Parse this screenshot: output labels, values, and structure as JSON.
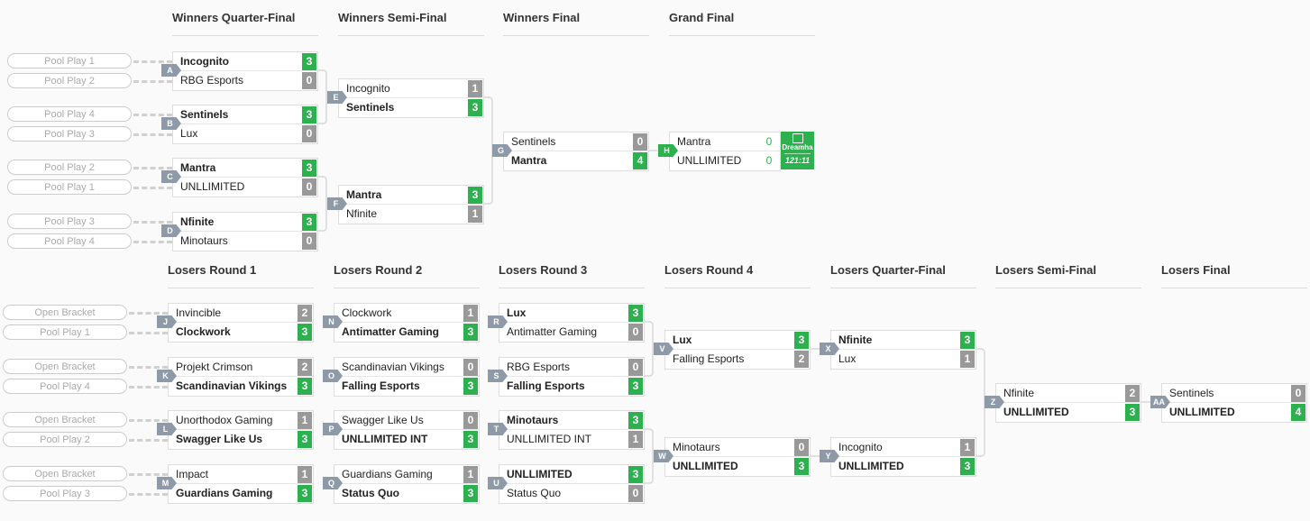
{
  "winners": {
    "headers": [
      "Winners Quarter-Final",
      "Winners Semi-Final",
      "Winners Final",
      "Grand Final"
    ],
    "matches": [
      {
        "id": "A",
        "teams": [
          {
            "name": "Incognito",
            "score": "3",
            "win": true
          },
          {
            "name": "RBG Esports",
            "score": "0"
          }
        ],
        "pools": [
          "Pool Play 1",
          "Pool Play 2"
        ]
      },
      {
        "id": "B",
        "teams": [
          {
            "name": "Sentinels",
            "score": "3",
            "win": true
          },
          {
            "name": "Lux",
            "score": "0"
          }
        ],
        "pools": [
          "Pool Play 4",
          "Pool Play 3"
        ]
      },
      {
        "id": "C",
        "teams": [
          {
            "name": "Mantra",
            "score": "3",
            "win": true
          },
          {
            "name": "UNLLIMITED",
            "score": "0"
          }
        ],
        "pools": [
          "Pool Play 2",
          "Pool Play 1"
        ]
      },
      {
        "id": "D",
        "teams": [
          {
            "name": "Nfinite",
            "score": "3",
            "win": true
          },
          {
            "name": "Minotaurs",
            "score": "0"
          }
        ],
        "pools": [
          "Pool Play 3",
          "Pool Play 4"
        ]
      },
      {
        "id": "E",
        "teams": [
          {
            "name": "Incognito",
            "score": "1"
          },
          {
            "name": "Sentinels",
            "score": "3",
            "win": true
          }
        ]
      },
      {
        "id": "F",
        "teams": [
          {
            "name": "Mantra",
            "score": "3",
            "win": true
          },
          {
            "name": "Nfinite",
            "score": "1"
          }
        ]
      },
      {
        "id": "G",
        "teams": [
          {
            "name": "Sentinels",
            "score": "0"
          },
          {
            "name": "Mantra",
            "score": "4",
            "win": true
          }
        ]
      },
      {
        "id": "H",
        "live": true,
        "teams": [
          {
            "name": "Mantra",
            "score": "0"
          },
          {
            "name": "UNLLIMITED",
            "score": "0"
          }
        ],
        "stream": {
          "icon": "twitch-icon",
          "channel": "Dreamha",
          "time": "121:11"
        }
      }
    ]
  },
  "losers": {
    "headers": [
      "Losers Round 1",
      "Losers Round 2",
      "Losers Round 3",
      "Losers Round 4",
      "Losers Quarter-Final",
      "Losers Semi-Final",
      "Losers Final"
    ],
    "matches": [
      {
        "id": "J",
        "teams": [
          {
            "name": "Invincible",
            "score": "2"
          },
          {
            "name": "Clockwork",
            "score": "3",
            "win": true
          }
        ],
        "pools": [
          "Open Bracket",
          "Pool Play 1"
        ]
      },
      {
        "id": "K",
        "teams": [
          {
            "name": "Projekt Crimson",
            "score": "2"
          },
          {
            "name": "Scandinavian Vikings",
            "score": "3",
            "win": true
          }
        ],
        "pools": [
          "Open Bracket",
          "Pool Play 4"
        ]
      },
      {
        "id": "L",
        "teams": [
          {
            "name": "Unorthodox Gaming",
            "score": "1"
          },
          {
            "name": "Swagger Like Us",
            "score": "3",
            "win": true
          }
        ],
        "pools": [
          "Open Bracket",
          "Pool Play 2"
        ]
      },
      {
        "id": "M",
        "teams": [
          {
            "name": "Impact",
            "score": "1"
          },
          {
            "name": "Guardians Gaming",
            "score": "3",
            "win": true
          }
        ],
        "pools": [
          "Open Bracket",
          "Pool Play 3"
        ]
      },
      {
        "id": "N",
        "teams": [
          {
            "name": "Clockwork",
            "score": "1"
          },
          {
            "name": "Antimatter Gaming",
            "score": "3",
            "win": true
          }
        ]
      },
      {
        "id": "O",
        "teams": [
          {
            "name": "Scandinavian Vikings",
            "score": "0"
          },
          {
            "name": "Falling Esports",
            "score": "3",
            "win": true
          }
        ]
      },
      {
        "id": "P",
        "teams": [
          {
            "name": "Swagger Like Us",
            "score": "0"
          },
          {
            "name": "UNLLIMITED INT",
            "score": "3",
            "win": true
          }
        ]
      },
      {
        "id": "Q",
        "teams": [
          {
            "name": "Guardians Gaming",
            "score": "1"
          },
          {
            "name": "Status Quo",
            "score": "3",
            "win": true
          }
        ]
      },
      {
        "id": "R",
        "teams": [
          {
            "name": "Lux",
            "score": "3",
            "win": true
          },
          {
            "name": "Antimatter Gaming",
            "score": "0"
          }
        ]
      },
      {
        "id": "S",
        "teams": [
          {
            "name": "RBG Esports",
            "score": "0"
          },
          {
            "name": "Falling Esports",
            "score": "3",
            "win": true
          }
        ]
      },
      {
        "id": "T",
        "teams": [
          {
            "name": "Minotaurs",
            "score": "3",
            "win": true
          },
          {
            "name": "UNLLIMITED INT",
            "score": "1"
          }
        ]
      },
      {
        "id": "U",
        "teams": [
          {
            "name": "UNLLIMITED",
            "score": "3",
            "win": true
          },
          {
            "name": "Status Quo",
            "score": "0"
          }
        ]
      },
      {
        "id": "V",
        "teams": [
          {
            "name": "Lux",
            "score": "3",
            "win": true
          },
          {
            "name": "Falling Esports",
            "score": "2"
          }
        ]
      },
      {
        "id": "W",
        "teams": [
          {
            "name": "Minotaurs",
            "score": "0"
          },
          {
            "name": "UNLLIMITED",
            "score": "3",
            "win": true
          }
        ]
      },
      {
        "id": "X",
        "teams": [
          {
            "name": "Nfinite",
            "score": "3",
            "win": true
          },
          {
            "name": "Lux",
            "score": "1"
          }
        ]
      },
      {
        "id": "Y",
        "teams": [
          {
            "name": "Incognito",
            "score": "1"
          },
          {
            "name": "UNLLIMITED",
            "score": "3",
            "win": true
          }
        ]
      },
      {
        "id": "Z",
        "teams": [
          {
            "name": "Nfinite",
            "score": "2"
          },
          {
            "name": "UNLLIMITED",
            "score": "3",
            "win": true
          }
        ]
      },
      {
        "id": "AA",
        "teams": [
          {
            "name": "Sentinels",
            "score": "0"
          },
          {
            "name": "UNLLIMITED",
            "score": "4",
            "win": true
          }
        ]
      }
    ]
  },
  "colors": {
    "win": "#2db14f",
    "loss": "#999999",
    "tag": "#8e9aa8"
  }
}
